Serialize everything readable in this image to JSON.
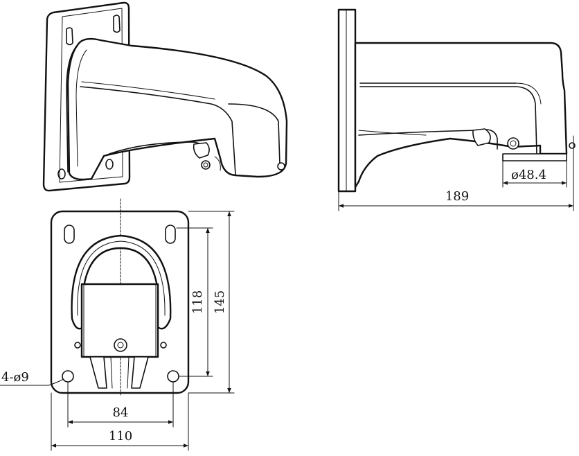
{
  "dimensions": {
    "length_side": "189",
    "pipe_diameter": "ø48.4",
    "plate_height": "145",
    "hole_spacing_vertical": "118",
    "hole_spacing_horizontal": "84",
    "plate_width": "110",
    "mounting_holes": "4-ø9"
  },
  "colors": {
    "line": "#111111",
    "background": "#ffffff"
  }
}
